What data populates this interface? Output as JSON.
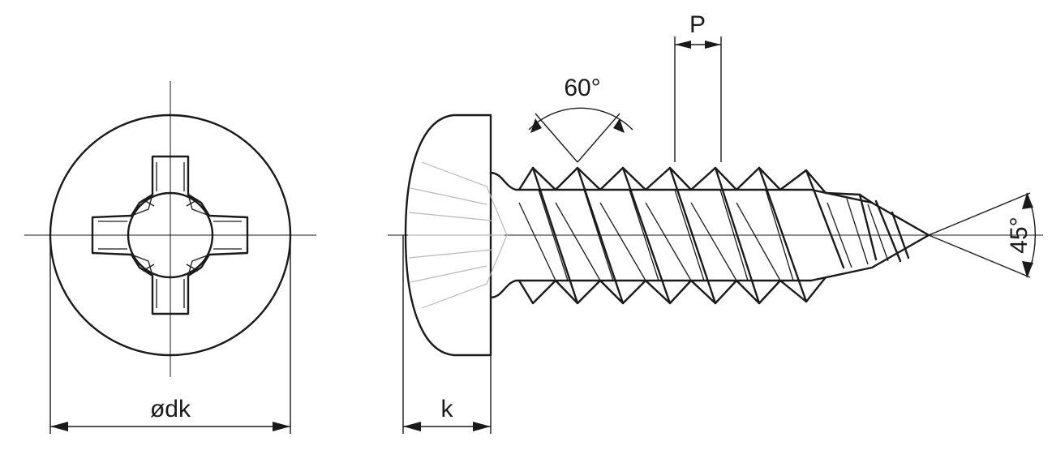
{
  "labels": {
    "pitch": "P",
    "thread_angle": "60°",
    "point_angle": "45°",
    "head_diameter": "ødk",
    "head_height": "k"
  },
  "icons": {
    "top_view": "phillips-recess-head-icon",
    "side_view": "tapping-screw-side-icon"
  },
  "colors": {
    "line": "#1a1a1a",
    "hidden_line": "#b8b8b8",
    "background": "#ffffff"
  }
}
